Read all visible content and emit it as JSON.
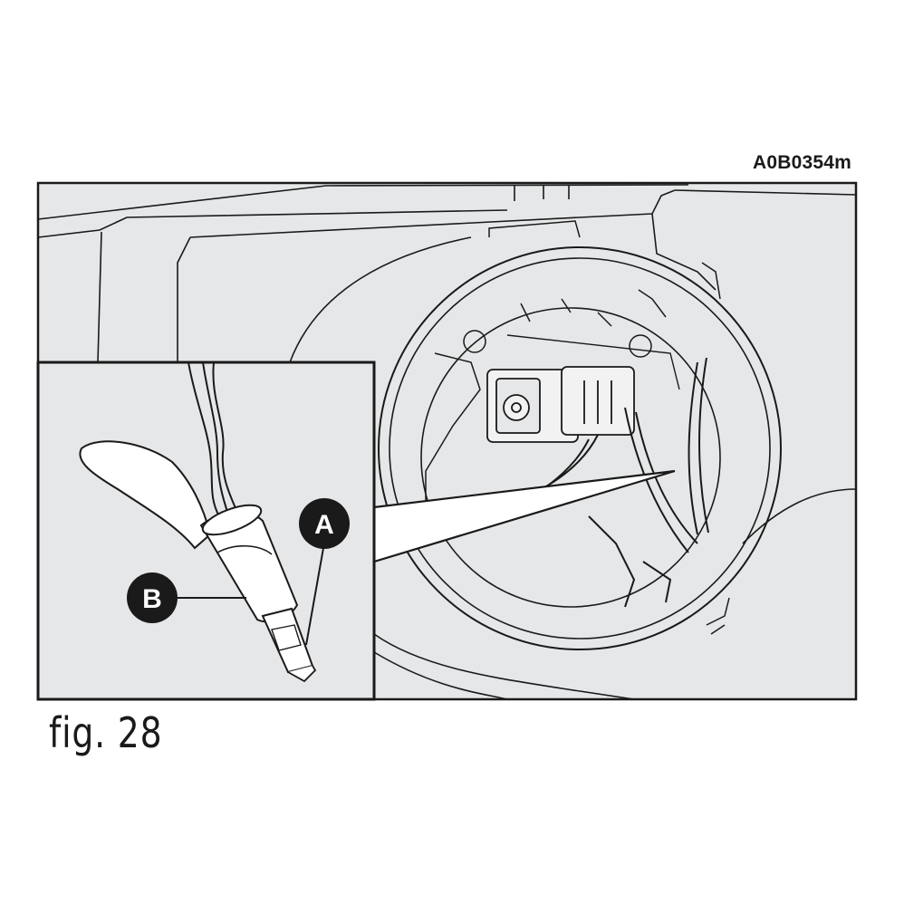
{
  "figure": {
    "code": "A0B0354m",
    "caption": "fig. 28",
    "callouts": {
      "a": "A",
      "b": "B"
    },
    "colors": {
      "background": "#ffffff",
      "panel_fill": "#e6e7e8",
      "line": "#1a1a1a"
    }
  }
}
